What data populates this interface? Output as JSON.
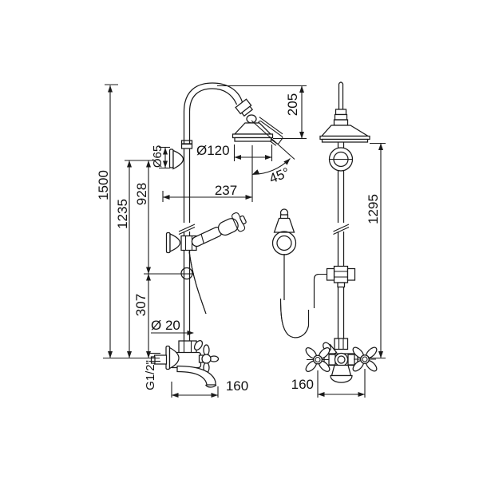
{
  "drawing": {
    "type": "technical-dimension-drawing",
    "subject": "wall-mounted shower column with hand shower and tub spout, side and front elevations",
    "side_view": {
      "height_total": "1500",
      "supply_to_flange": "1235",
      "flange_to_bracket": "928",
      "bracket_to_supply": "307",
      "flange_diameter": "Ø65",
      "head_diameter": "Ø120",
      "wall_to_head_axis": "237",
      "head_tilt_angle": "45°",
      "arc_drop": "205",
      "rail_diameter": "Ø 20",
      "thread_size": "G1/2\"",
      "spout_projection": "160"
    },
    "front_view": {
      "head_to_supply": "1295",
      "union_spacing": "160"
    },
    "colors": {
      "line": "#1a1a1a",
      "hatch_dark": "#2f2f2f",
      "background": "#ffffff"
    }
  }
}
